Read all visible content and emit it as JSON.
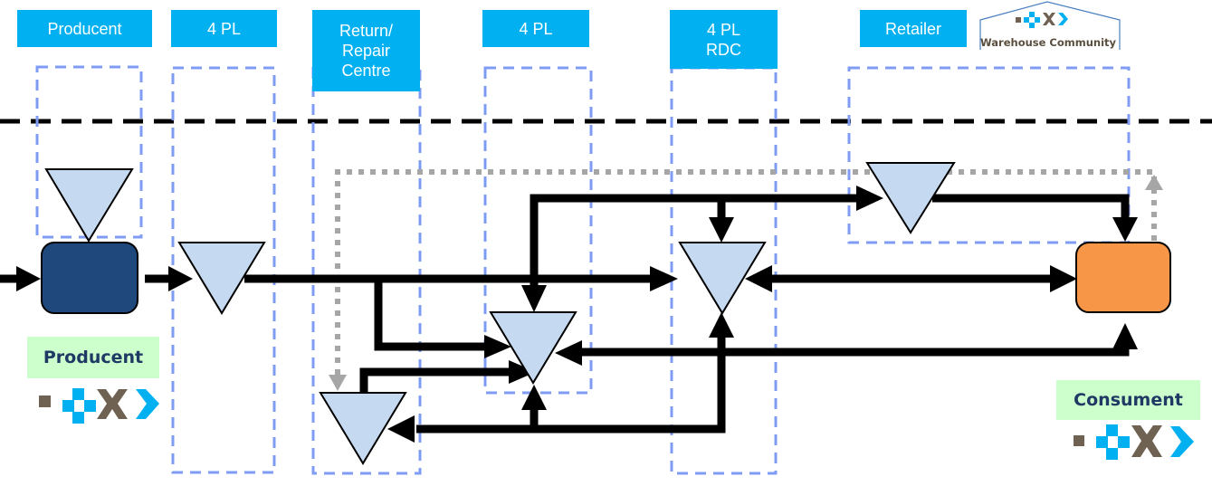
{
  "headers": [
    {
      "id": "producent",
      "label": "Producent"
    },
    {
      "id": "4pl-a",
      "label": "4 PL"
    },
    {
      "id": "return-repair",
      "label": "Return/\nRepair\nCentre"
    },
    {
      "id": "4pl-b",
      "label": "4 PL"
    },
    {
      "id": "4pl-rdc",
      "label": "4 PL\nRDC"
    },
    {
      "id": "retailer",
      "label": "Retailer"
    }
  ],
  "logo": {
    "text": "Warehouse Community"
  },
  "endpoints": {
    "producer_label": "Producent",
    "consumer_label": "Consument"
  },
  "colors": {
    "header_bg": "#00b0f0",
    "lane_border": "#7f9cf5",
    "inventory_fill": "#c5d9f1",
    "producer_fill": "#1f497d",
    "consumer_fill": "#f79646",
    "flow": "#000000",
    "return_flow": "#a6a6a6",
    "label_bg": "#ccffcc",
    "label_text": "#1f3864",
    "logo_brown": "#6f6252",
    "logo_blue": "#00b0f0"
  },
  "nodes": [
    {
      "id": "stock-producent",
      "type": "inventory",
      "lane": "Producent"
    },
    {
      "id": "producer",
      "type": "producer"
    },
    {
      "id": "stock-4pl-a",
      "type": "inventory",
      "lane": "4 PL"
    },
    {
      "id": "stock-return",
      "type": "inventory",
      "lane": "Return/Repair Centre"
    },
    {
      "id": "stock-4pl-b",
      "type": "inventory",
      "lane": "4 PL"
    },
    {
      "id": "stock-rdc",
      "type": "inventory",
      "lane": "4 PL RDC"
    },
    {
      "id": "stock-retailer",
      "type": "inventory",
      "lane": "Retailer"
    },
    {
      "id": "consumer",
      "type": "consumer"
    }
  ]
}
